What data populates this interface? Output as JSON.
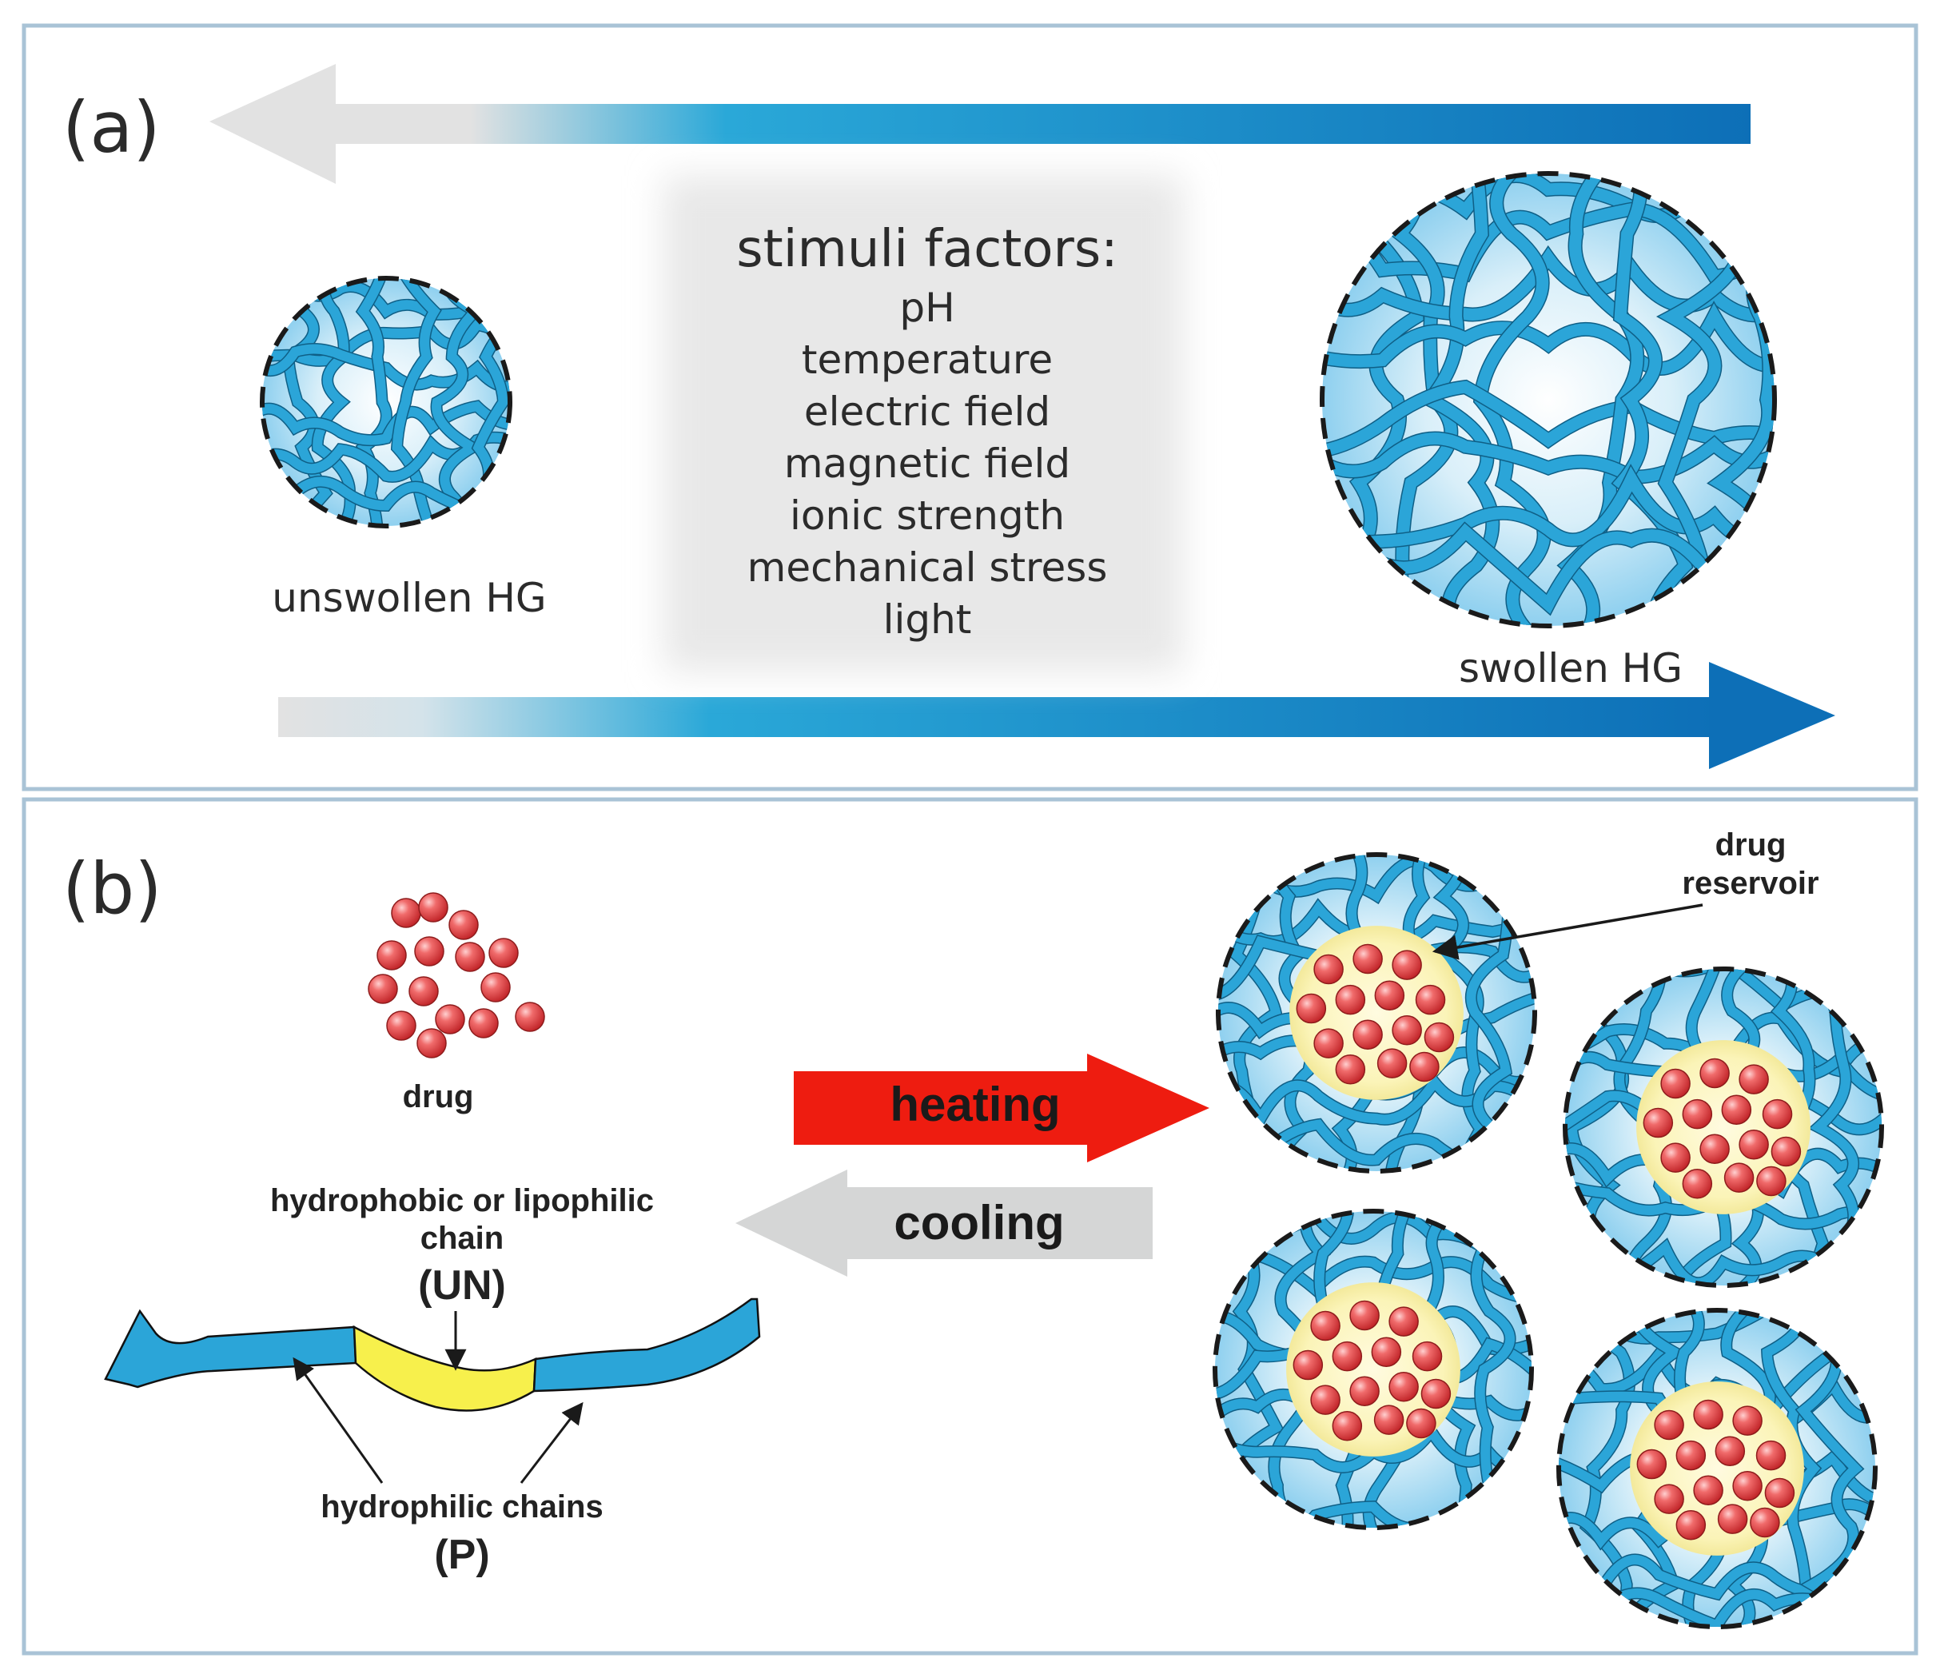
{
  "panel_a": {
    "label": "(a)",
    "stimuli_title": "stimuli factors:",
    "stimuli": [
      "pH",
      "temperature",
      "electric field",
      "magnetic field",
      "ionic strength",
      "mechanical stress",
      "light"
    ],
    "unswollen_label": "unswollen HG",
    "swollen_label": "swollen HG"
  },
  "panel_b": {
    "label": "(b)",
    "drug_label": "drug",
    "hydrophobic_label_line1": "hydrophobic or lipophilic",
    "hydrophobic_label_line2": "chain",
    "un_label": "(UN)",
    "hydrophilic_label": "hydrophilic chains",
    "p_label": "(P)",
    "heating_label": "heating",
    "cooling_label": "cooling",
    "reservoir_label_line1": "drug",
    "reservoir_label_line2": "reservoir"
  },
  "colors": {
    "frame": "#a9c3d6",
    "chain": "#2ba5d8",
    "sphere": "#bfe3f5",
    "drug": "#e24a4a",
    "reservoir": "#fbf5c0",
    "heating": "#ee1c10",
    "cooling": "#d5d6d6",
    "hydrophobic_segment": "#f7f04c"
  }
}
